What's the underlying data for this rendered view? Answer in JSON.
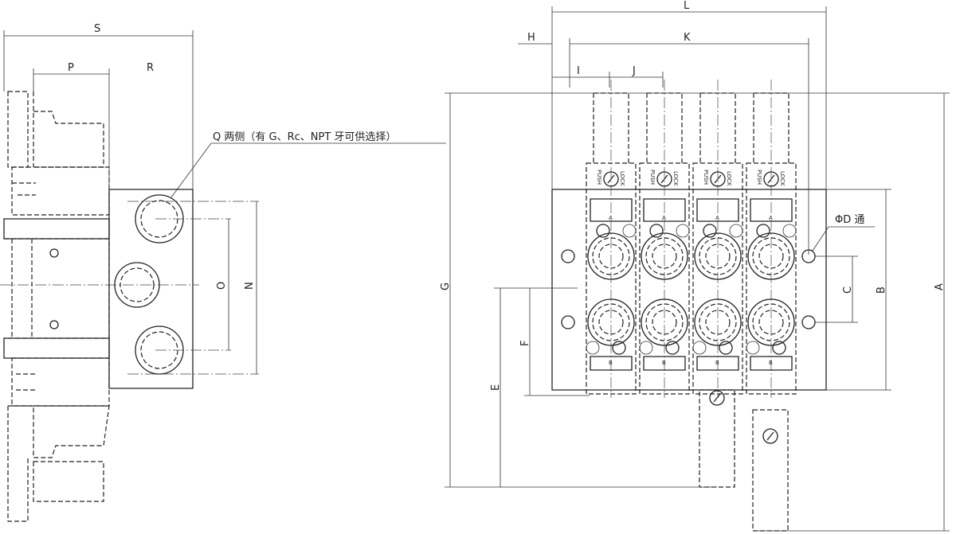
{
  "title": "Manifold valve dimensional drawing",
  "side_view": {
    "dims": {
      "S": "S",
      "P": "P",
      "R": "R",
      "O": "O",
      "N": "N"
    },
    "port_note": "Q 两侧（有 G、Rc、NPT 牙可供选择）"
  },
  "front_view": {
    "dims": {
      "L": "L",
      "H": "H",
      "K": "K",
      "I": "I",
      "J": "J",
      "G": "G",
      "A": "A",
      "B": "B",
      "C": "C",
      "E": "E",
      "F": "F"
    },
    "hole_note": "ΦD 通",
    "stations": 4,
    "manual_override": {
      "lock": "LOCK",
      "push": "PUSH"
    },
    "port_marks": {
      "a": "A",
      "b": "B"
    }
  }
}
